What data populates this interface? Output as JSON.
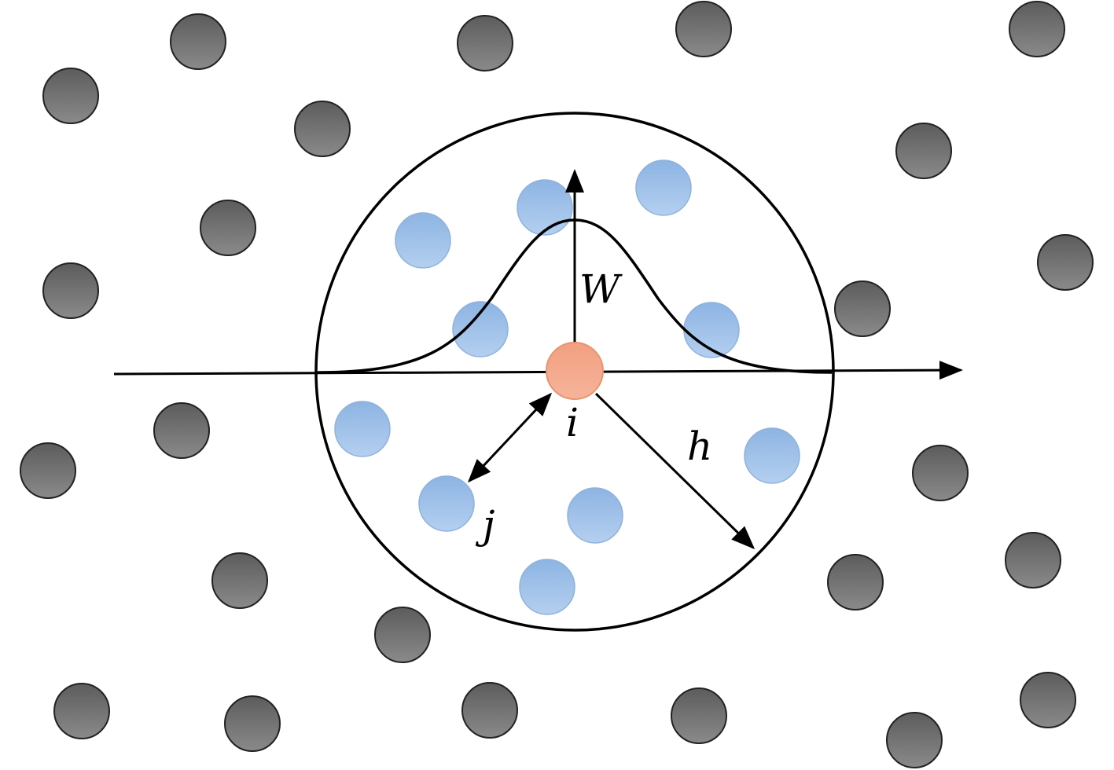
{
  "labels": {
    "kernel_function": "W",
    "center_particle": "i",
    "neighbor_particle": "j",
    "smoothing_length": "h"
  },
  "colors": {
    "outside_particle": "#6b6b6b",
    "neighbor_particle": "#9dbfe6",
    "center_particle": "#f4a583",
    "stroke": "#000000"
  }
}
